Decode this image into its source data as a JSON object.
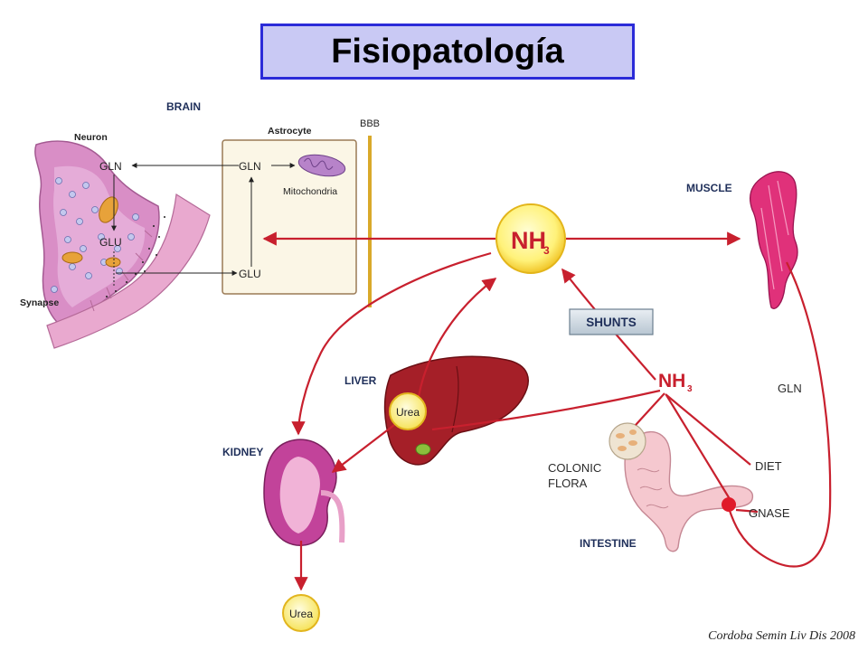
{
  "title": "Fisiopatología",
  "citation": "Cordoba Semin Liv Dis 2008",
  "brain": {
    "label": "BRAIN",
    "neuron": "Neuron",
    "astrocyte": "Astrocyte",
    "bbb": "BBB",
    "synapse": "Synapse",
    "mitochondria": "Mitochondria",
    "gln_neuron": "GLN",
    "glu_neuron": "GLU",
    "gln_astro": "GLN",
    "glu_astro": "GLU"
  },
  "center": {
    "nh3": "NH",
    "nh3_sub": "3"
  },
  "muscle": "MUSCLE",
  "liver": "LIVER",
  "kidney": "KIDNEY",
  "intestine": "INTESTINE",
  "shunts": "SHUNTS",
  "gut_nh3": {
    "text": "NH",
    "sub": "3"
  },
  "gln_right": "GLN",
  "diet": "DIET",
  "gnase": "GNASE",
  "colonic_flora": [
    "COLONIC",
    "FLORA"
  ],
  "urea_liver": "Urea",
  "urea_kidney": "Urea",
  "colors": {
    "arrow_red": "#c8202e",
    "title_bg": "#c9c9f4",
    "title_border": "#2b2bd8",
    "nh3_fill": "#fff27a"
  }
}
